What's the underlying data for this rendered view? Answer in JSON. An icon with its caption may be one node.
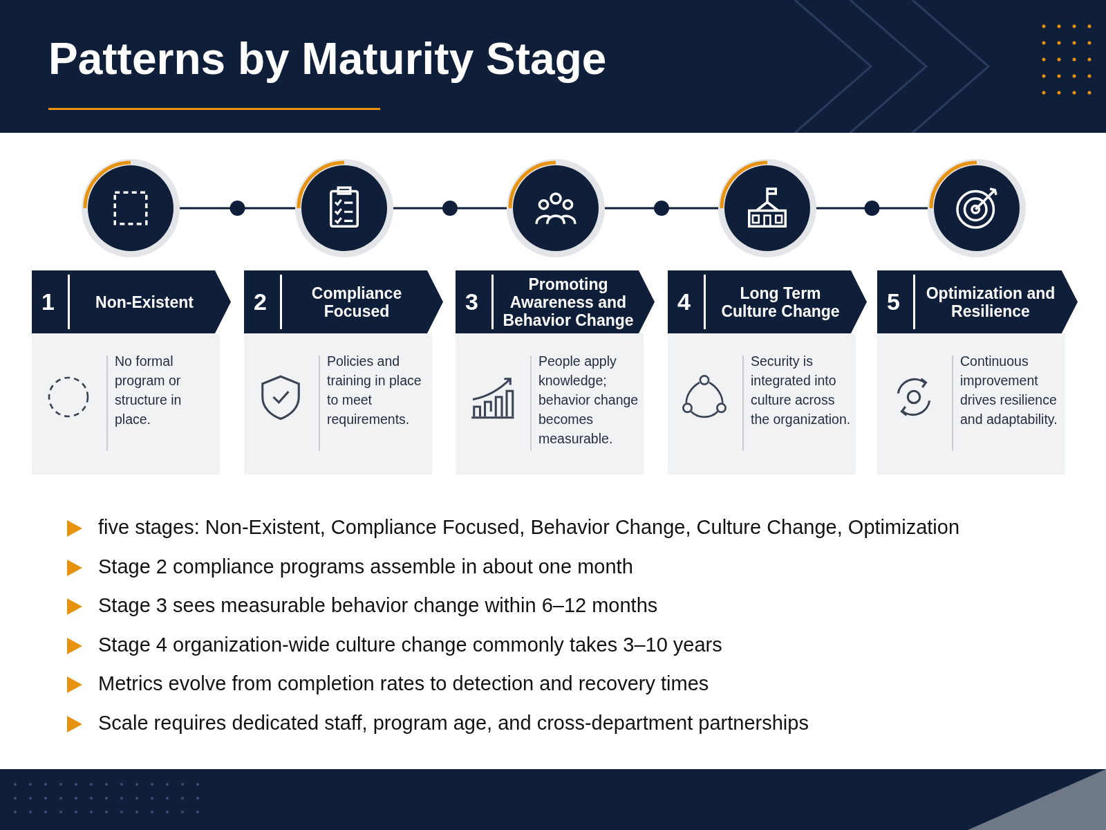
{
  "diagram": {
    "title": "Patterns by Maturity Stage",
    "nodes": [
      {
        "text": [],
        "shape": "circle"
      },
      {
        "text": [],
        "shape": "circle"
      },
      {
        "text": [],
        "shape": "circle"
      },
      {
        "text": [],
        "shape": "circle"
      },
      {
        "text": [],
        "shape": "circle"
      },
      {
        "text": [
          "1",
          "Non-Existent"
        ]
      },
      {
        "text": [
          "2",
          "Compliance Focused"
        ]
      },
      {
        "text": [
          "3",
          "Promoting Awareness and Behavior Change"
        ]
      },
      {
        "text": [
          "4",
          "Long Term Culture Change"
        ]
      },
      {
        "text": [
          "5",
          "Optimization and Resilience"
        ]
      },
      {
        "text": [
          "No formal program or structure in place."
        ]
      },
      {
        "text": [
          "Policies and training in place to meet requirements."
        ]
      },
      {
        "text": [
          "People apply knowledge; behavior change becomes measurable."
        ]
      },
      {
        "text": [
          "Security is integrated into culture across the organization."
        ]
      },
      {
        "text": [
          "Continuous improvement drives resilience and adaptability."
        ]
      }
    ],
    "edges": [
      {
        "from": 0,
        "to": 1,
        "arrow": "none"
      },
      {
        "from": 1,
        "to": 2,
        "arrow": "none"
      },
      {
        "from": 2,
        "to": 3,
        "arrow": "none"
      },
      {
        "from": 3,
        "to": 4,
        "arrow": "none"
      }
    ],
    "labels": [
      "five stages: Non-Existent, Compliance Focused, Behavior Change, Culture Change, Optimization",
      "Stage 2 compliance programs assemble in about one month",
      "Stage 3 sees measurable behavior change within 6–12 months",
      "Stage 4 organization-wide culture change commonly takes 3–10 years",
      "Metrics evolve from completion rates to detection and recovery times",
      "Scale requires dedicated staff, program age, and cross-department partnerships"
    ]
  }
}
